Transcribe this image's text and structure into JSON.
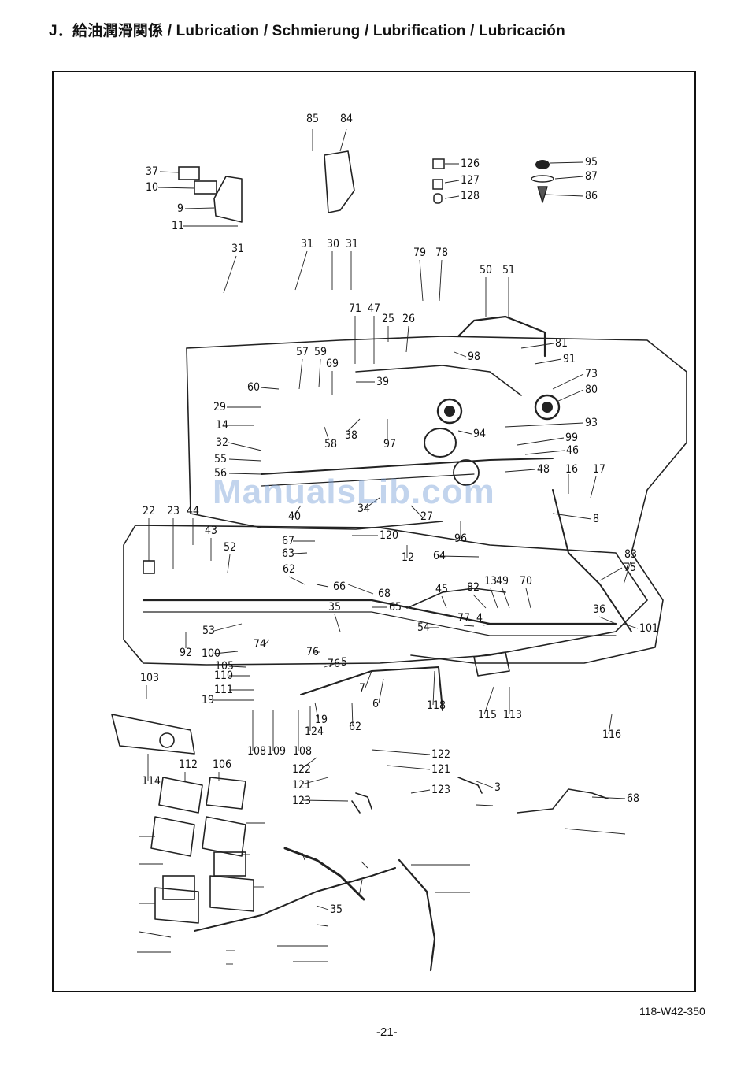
{
  "header": {
    "title": "J．給油潤滑関係 / Lubrication / Schmierung / Lubrification / Lubricación"
  },
  "watermark": "ManualsLib.com",
  "footer": {
    "doc_code": "118-W42-350",
    "page": "-21-"
  },
  "callouts": [
    "85",
    "84",
    "126",
    "127",
    "128",
    "95",
    "87",
    "86",
    "37",
    "10",
    "9",
    "11",
    "31",
    "30",
    "79",
    "78",
    "50",
    "51",
    "71",
    "47",
    "25",
    "26",
    "81",
    "91",
    "98",
    "39",
    "73",
    "80",
    "57",
    "59",
    "69",
    "60",
    "29",
    "14",
    "32",
    "55",
    "56",
    "38",
    "97",
    "94",
    "93",
    "58",
    "99",
    "46",
    "16",
    "17",
    "48",
    "8",
    "34",
    "40",
    "22",
    "23",
    "44",
    "43",
    "52",
    "27",
    "96",
    "64",
    "67",
    "63",
    "120",
    "12",
    "62",
    "66",
    "68",
    "65",
    "45",
    "82",
    "13",
    "49",
    "70",
    "83",
    "75",
    "35",
    "53",
    "92",
    "74",
    "77",
    "4",
    "36",
    "54",
    "101",
    "100",
    "105",
    "76",
    "110",
    "111",
    "5",
    "7",
    "6",
    "118",
    "103",
    "19",
    "108",
    "109",
    "124",
    "115",
    "113",
    "116",
    "114",
    "112",
    "106",
    "122",
    "121",
    "123",
    "3"
  ]
}
